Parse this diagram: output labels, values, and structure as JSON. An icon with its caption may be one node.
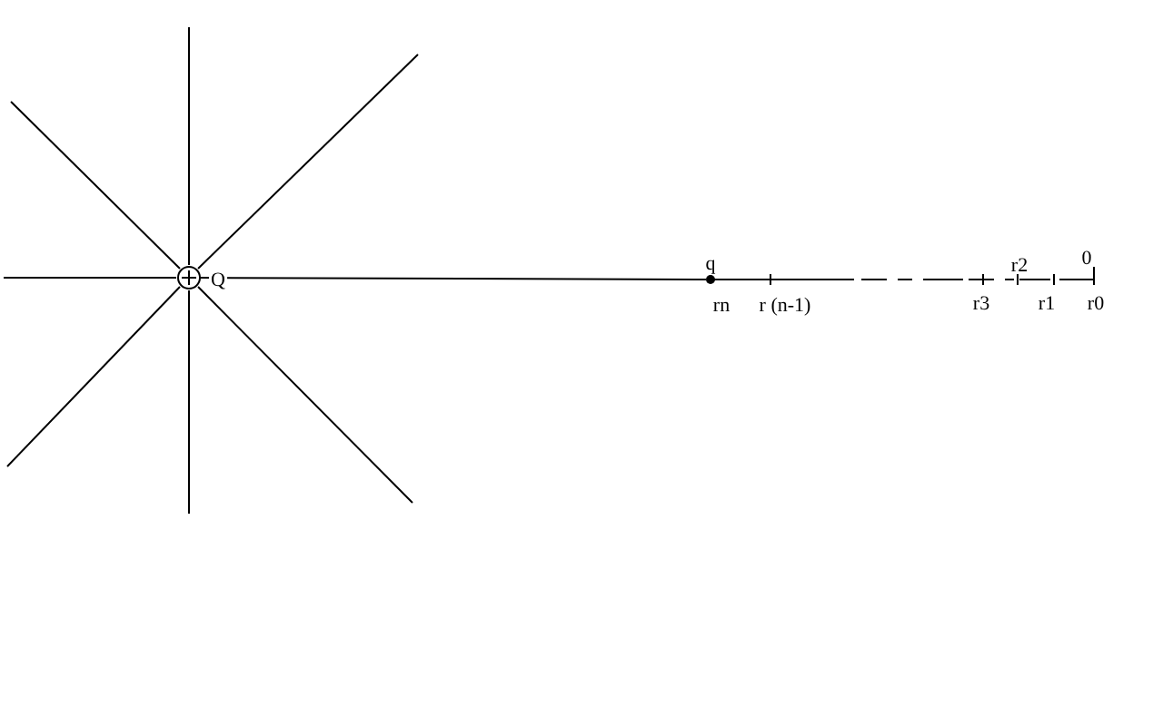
{
  "diagram": {
    "nodes": [
      {
        "text": [],
        "shape": "circle",
        "beside": [
          "Q"
        ]
      },
      {
        "text": [],
        "shape": "circle",
        "beside": [
          "q"
        ]
      }
    ],
    "edges": [
      {
        "from": 0,
        "to": 1,
        "arrow": "none"
      }
    ],
    "labels": [
      "r2",
      "0",
      "rn",
      "r (n-1)",
      "r3",
      "r1",
      "r0"
    ]
  }
}
